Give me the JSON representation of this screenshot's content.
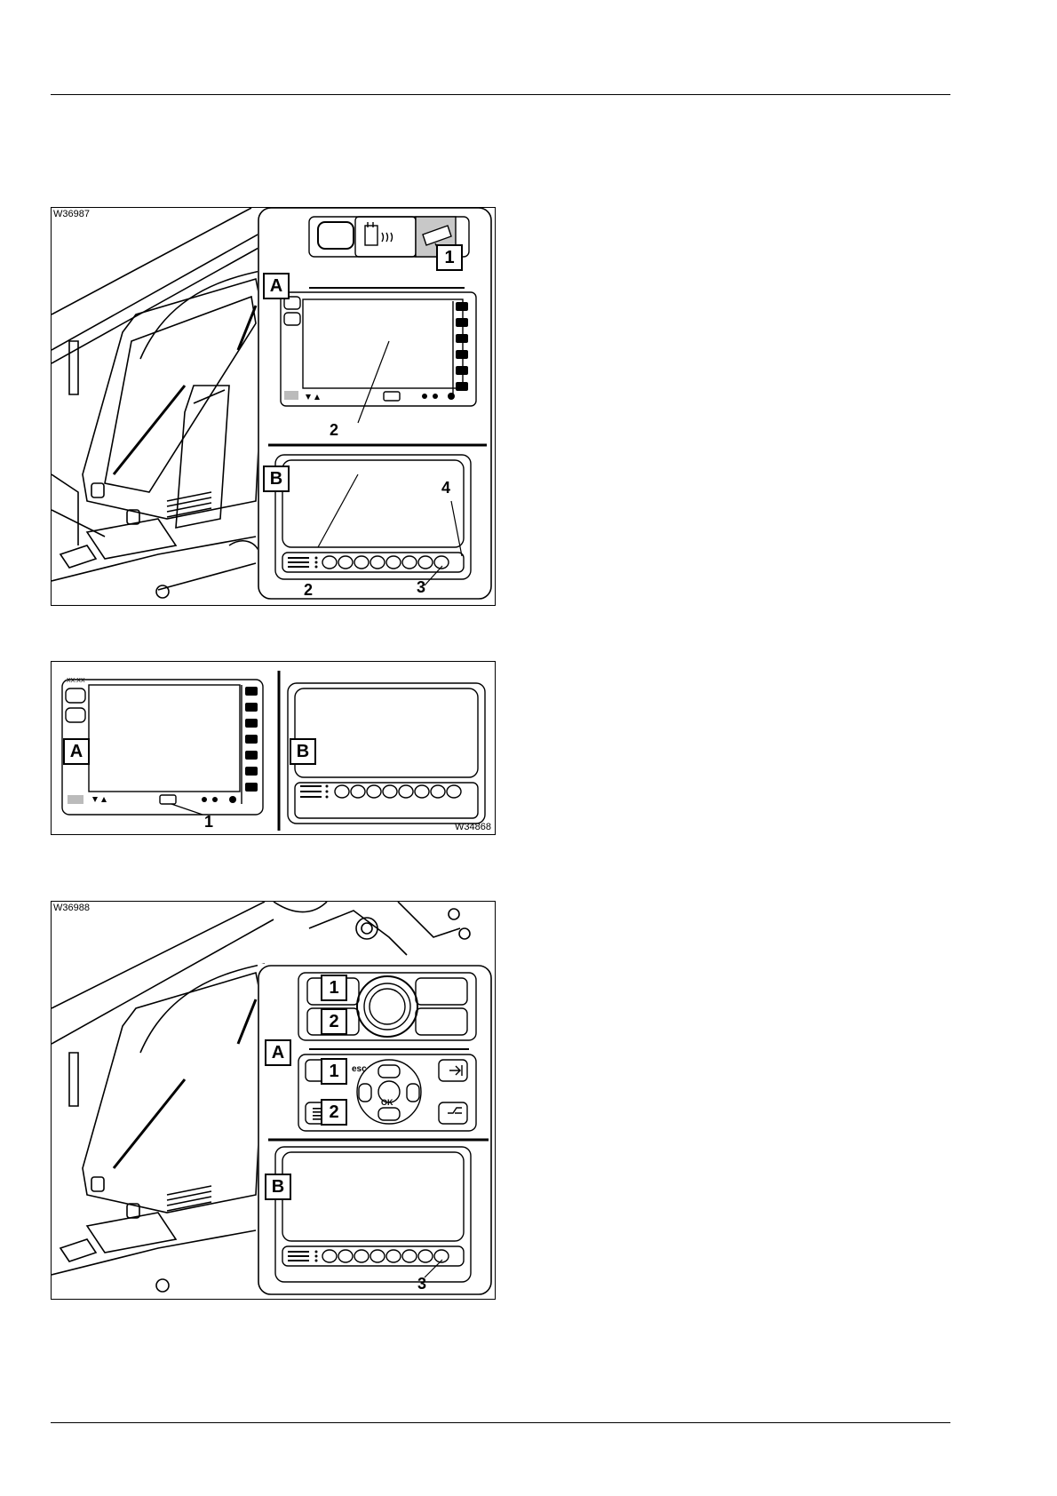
{
  "figures": [
    {
      "id": "W36987",
      "labels": {
        "A": "A",
        "B": "B"
      },
      "callouts": [
        "1",
        "2",
        "2",
        "3",
        "4"
      ]
    },
    {
      "id": "W34868",
      "labels": {
        "A": "A",
        "B": "B"
      },
      "callouts": [
        "1"
      ],
      "screen_header": "XX:XX"
    },
    {
      "id": "W36988",
      "labels": {
        "A": "A",
        "B": "B"
      },
      "callouts": [
        "1",
        "2",
        "1",
        "2",
        "3"
      ],
      "keys": {
        "esc": "esc",
        "ok": "OK"
      }
    }
  ],
  "icons": [
    "crane-cab-icon",
    "fuel-heater-icon",
    "camera-icon",
    "wiper-icon",
    "arrows-down-up-icon",
    "zoom-icon",
    "brightness-icon"
  ]
}
